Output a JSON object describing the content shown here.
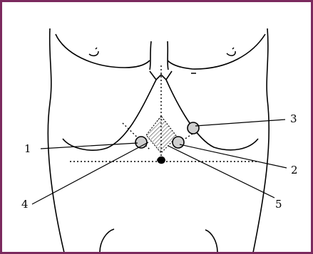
{
  "colors": {
    "frame": "#7b2a5e",
    "line": "#000000",
    "port_fill": "#cfcfcf"
  },
  "labels": {
    "l1": "1",
    "l2": "2",
    "l3": "3",
    "l4": "4",
    "l5": "5"
  }
}
